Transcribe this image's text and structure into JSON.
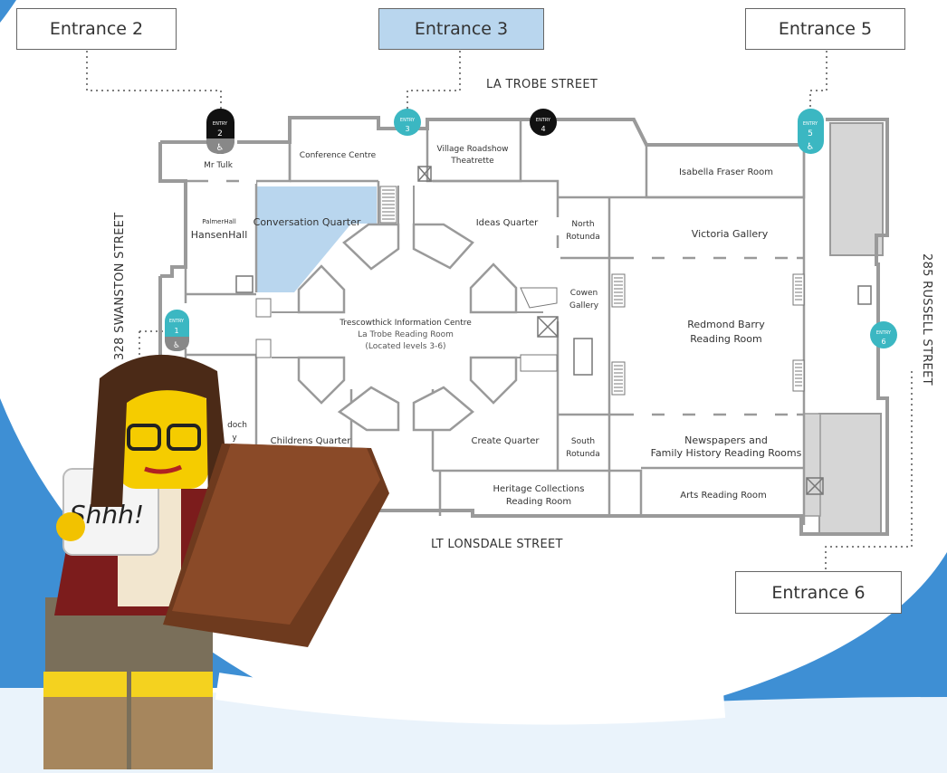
{
  "entrances": {
    "e2": "Entrance 2",
    "e3": "Entrance 3",
    "e5": "Entrance 5",
    "e6": "Entrance 6"
  },
  "streets": {
    "north": "LA TROBE STREET",
    "south": "LT LONSDALE STREET",
    "west": "328 SWANSTON STREET",
    "east": "285 RUSSELL STREET"
  },
  "entry_markers": [
    {
      "label": "ENTRY",
      "number": "1",
      "accessible": true,
      "color": "#3bb7c2"
    },
    {
      "label": "ENTRY",
      "number": "2",
      "accessible": true,
      "color": "#111111"
    },
    {
      "label": "ENTRY",
      "number": "3",
      "accessible": false,
      "color": "#3bb7c2"
    },
    {
      "label": "ENTRY",
      "number": "4",
      "accessible": false,
      "color": "#111111"
    },
    {
      "label": "ENTRY",
      "number": "5",
      "accessible": true,
      "color": "#3bb7c2"
    },
    {
      "label": "ENTRY",
      "number": "6",
      "accessible": false,
      "color": "#3bb7c2"
    }
  ],
  "rooms": {
    "mr_tulk": "Mr Tulk",
    "conference_centre": "Conference Centre",
    "village_roadshow_1": "Village Roadshow",
    "village_roadshow_2": "Theatrette",
    "isabella_fraser": "Isabella Fraser Room",
    "palmer_hall": "PalmerHall",
    "hansen_hall": "HansenHall",
    "conversation_quarter": "Conversation Quarter",
    "ideas_quarter": "Ideas Quarter",
    "north_rotunda_1": "North",
    "north_rotunda_2": "Rotunda",
    "victoria_gallery": "Victoria Gallery",
    "cowen_gallery_1": "Cowen",
    "cowen_gallery_2": "Gallery",
    "info_centre": "Trescowthick Information Centre",
    "la_trobe_room": "La Trobe Reading Room",
    "la_trobe_levels": "(Located levels 3-6)",
    "redmond_barry_1": "Redmond Barry",
    "redmond_barry_2": "Reading Room",
    "childrens_quarter": "Childrens Quarter",
    "create_quarter": "Create Quarter",
    "south_rotunda_1": "South",
    "south_rotunda_2": "Rotunda",
    "newspapers_1": "Newspapers and",
    "newspapers_2": "Family History Reading Rooms",
    "heritage_1": "Heritage Collections",
    "heritage_2": "Reading Room",
    "arts_reading_room": "Arts Reading Room",
    "murdoch_partial": "doch",
    "partial_y": "y"
  },
  "mug_text": "Shhh!",
  "colors": {
    "highlight": "#b9d6ee",
    "entry_teal": "#3bb7c2",
    "wall": "#9a9a9a",
    "background_blue": "#3e8fd4",
    "footer_band": "#eaf3fb"
  }
}
